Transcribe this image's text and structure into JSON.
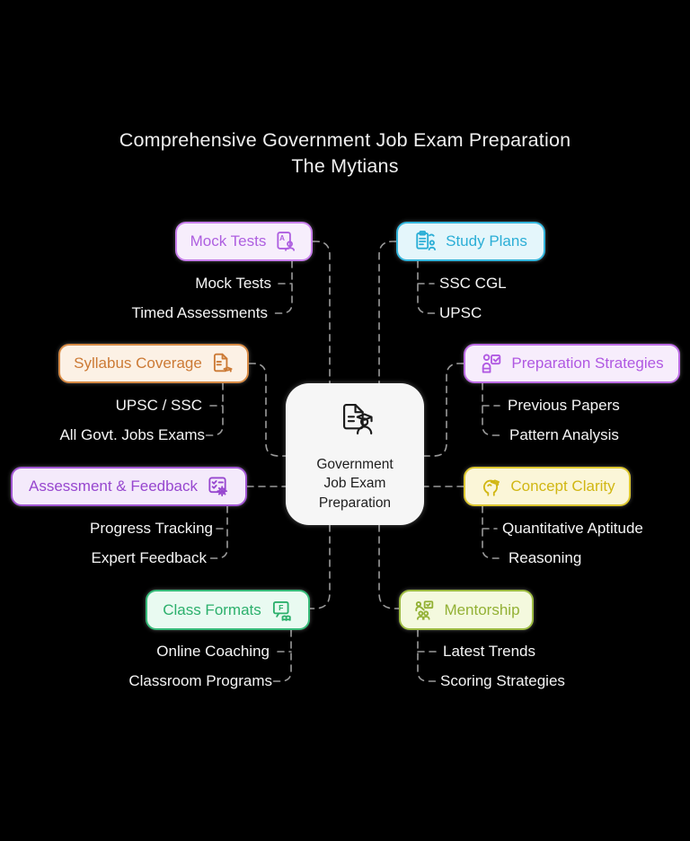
{
  "title": {
    "line1": "Comprehensive Government Job Exam Preparation",
    "line2": "The Mytians"
  },
  "center": {
    "icon": "document-graduate-icon",
    "line1": "Government",
    "line2": "Job Exam",
    "line3": "Preparation"
  },
  "branches": [
    {
      "label": "Mock Tests",
      "icon": "exam-card-person-icon",
      "icon_side": "right",
      "border_color": "#c77deb",
      "bg_color": "#f7eefc",
      "text_color": "#ae5fe0",
      "children": [
        "Mock Tests",
        "Timed Assessments"
      ]
    },
    {
      "label": "Study Plans",
      "icon": "clipboard-person-icon",
      "icon_side": "left",
      "border_color": "#33b5dc",
      "bg_color": "#e4f6fb",
      "text_color": "#2baed6",
      "children": [
        "SSC CGL",
        "UPSC"
      ]
    },
    {
      "label": "Syllabus Coverage",
      "icon": "document-graduation-icon",
      "icon_side": "right",
      "border_color": "#d68a45",
      "bg_color": "#fcf1e5",
      "text_color": "#cc7a35",
      "children": [
        "UPSC / SSC",
        "All Govt. Jobs Exams"
      ]
    },
    {
      "label": "Preparation Strategies",
      "icon": "person-checkbox-icon",
      "icon_side": "left",
      "border_color": "#bc6be4",
      "bg_color": "#f7edfc",
      "text_color": "#b058e2",
      "children": [
        "Previous Papers",
        "Pattern Analysis"
      ]
    },
    {
      "label": "Assessment & Feedback",
      "icon": "checklist-gear-icon",
      "icon_side": "right",
      "border_color": "#a055d2",
      "bg_color": "#f4eafb",
      "text_color": "#9747cf",
      "children": [
        "Progress Tracking",
        "Expert Feedback"
      ]
    },
    {
      "label": "Concept Clarity",
      "icon": "head-graduation-icon",
      "icon_side": "left",
      "border_color": "#dcc62e",
      "bg_color": "#fbf6d8",
      "text_color": "#d1b714",
      "children": [
        "Quantitative Aptitude",
        "Reasoning"
      ]
    },
    {
      "label": "Class Formats",
      "icon": "screen-book-icon",
      "icon_side": "right",
      "border_color": "#36ba79",
      "bg_color": "#e9faf1",
      "text_color": "#2cb06c",
      "children": [
        "Online Coaching",
        "Classroom Programs"
      ]
    },
    {
      "label": "Mentorship",
      "icon": "group-presentation-icon",
      "icon_side": "left",
      "border_color": "#9cba41",
      "bg_color": "#f4f9de",
      "text_color": "#93b135",
      "children": [
        "Latest Trends",
        "Scoring Strategies"
      ]
    }
  ],
  "connector_color": "#9a9a9a",
  "background_color": "#000000"
}
